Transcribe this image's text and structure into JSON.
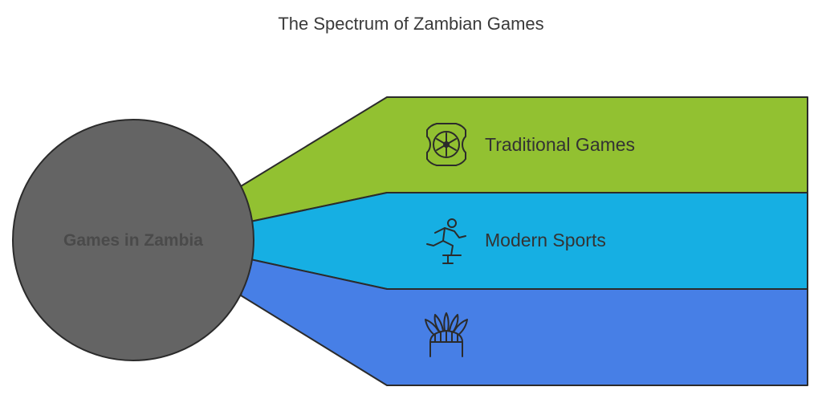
{
  "title": "The Spectrum of Zambian Games",
  "center": {
    "label": "Games in Zambia",
    "color": "#646464"
  },
  "branches": [
    {
      "label": "Traditional Games",
      "color": "#92c131",
      "icon": "shield-icon"
    },
    {
      "label": "Modern Sports",
      "color": "#16afe3",
      "icon": "runner-hurdle-icon"
    },
    {
      "label": "",
      "color": "#477fe6",
      "icon": "feather-headdress-icon"
    }
  ]
}
